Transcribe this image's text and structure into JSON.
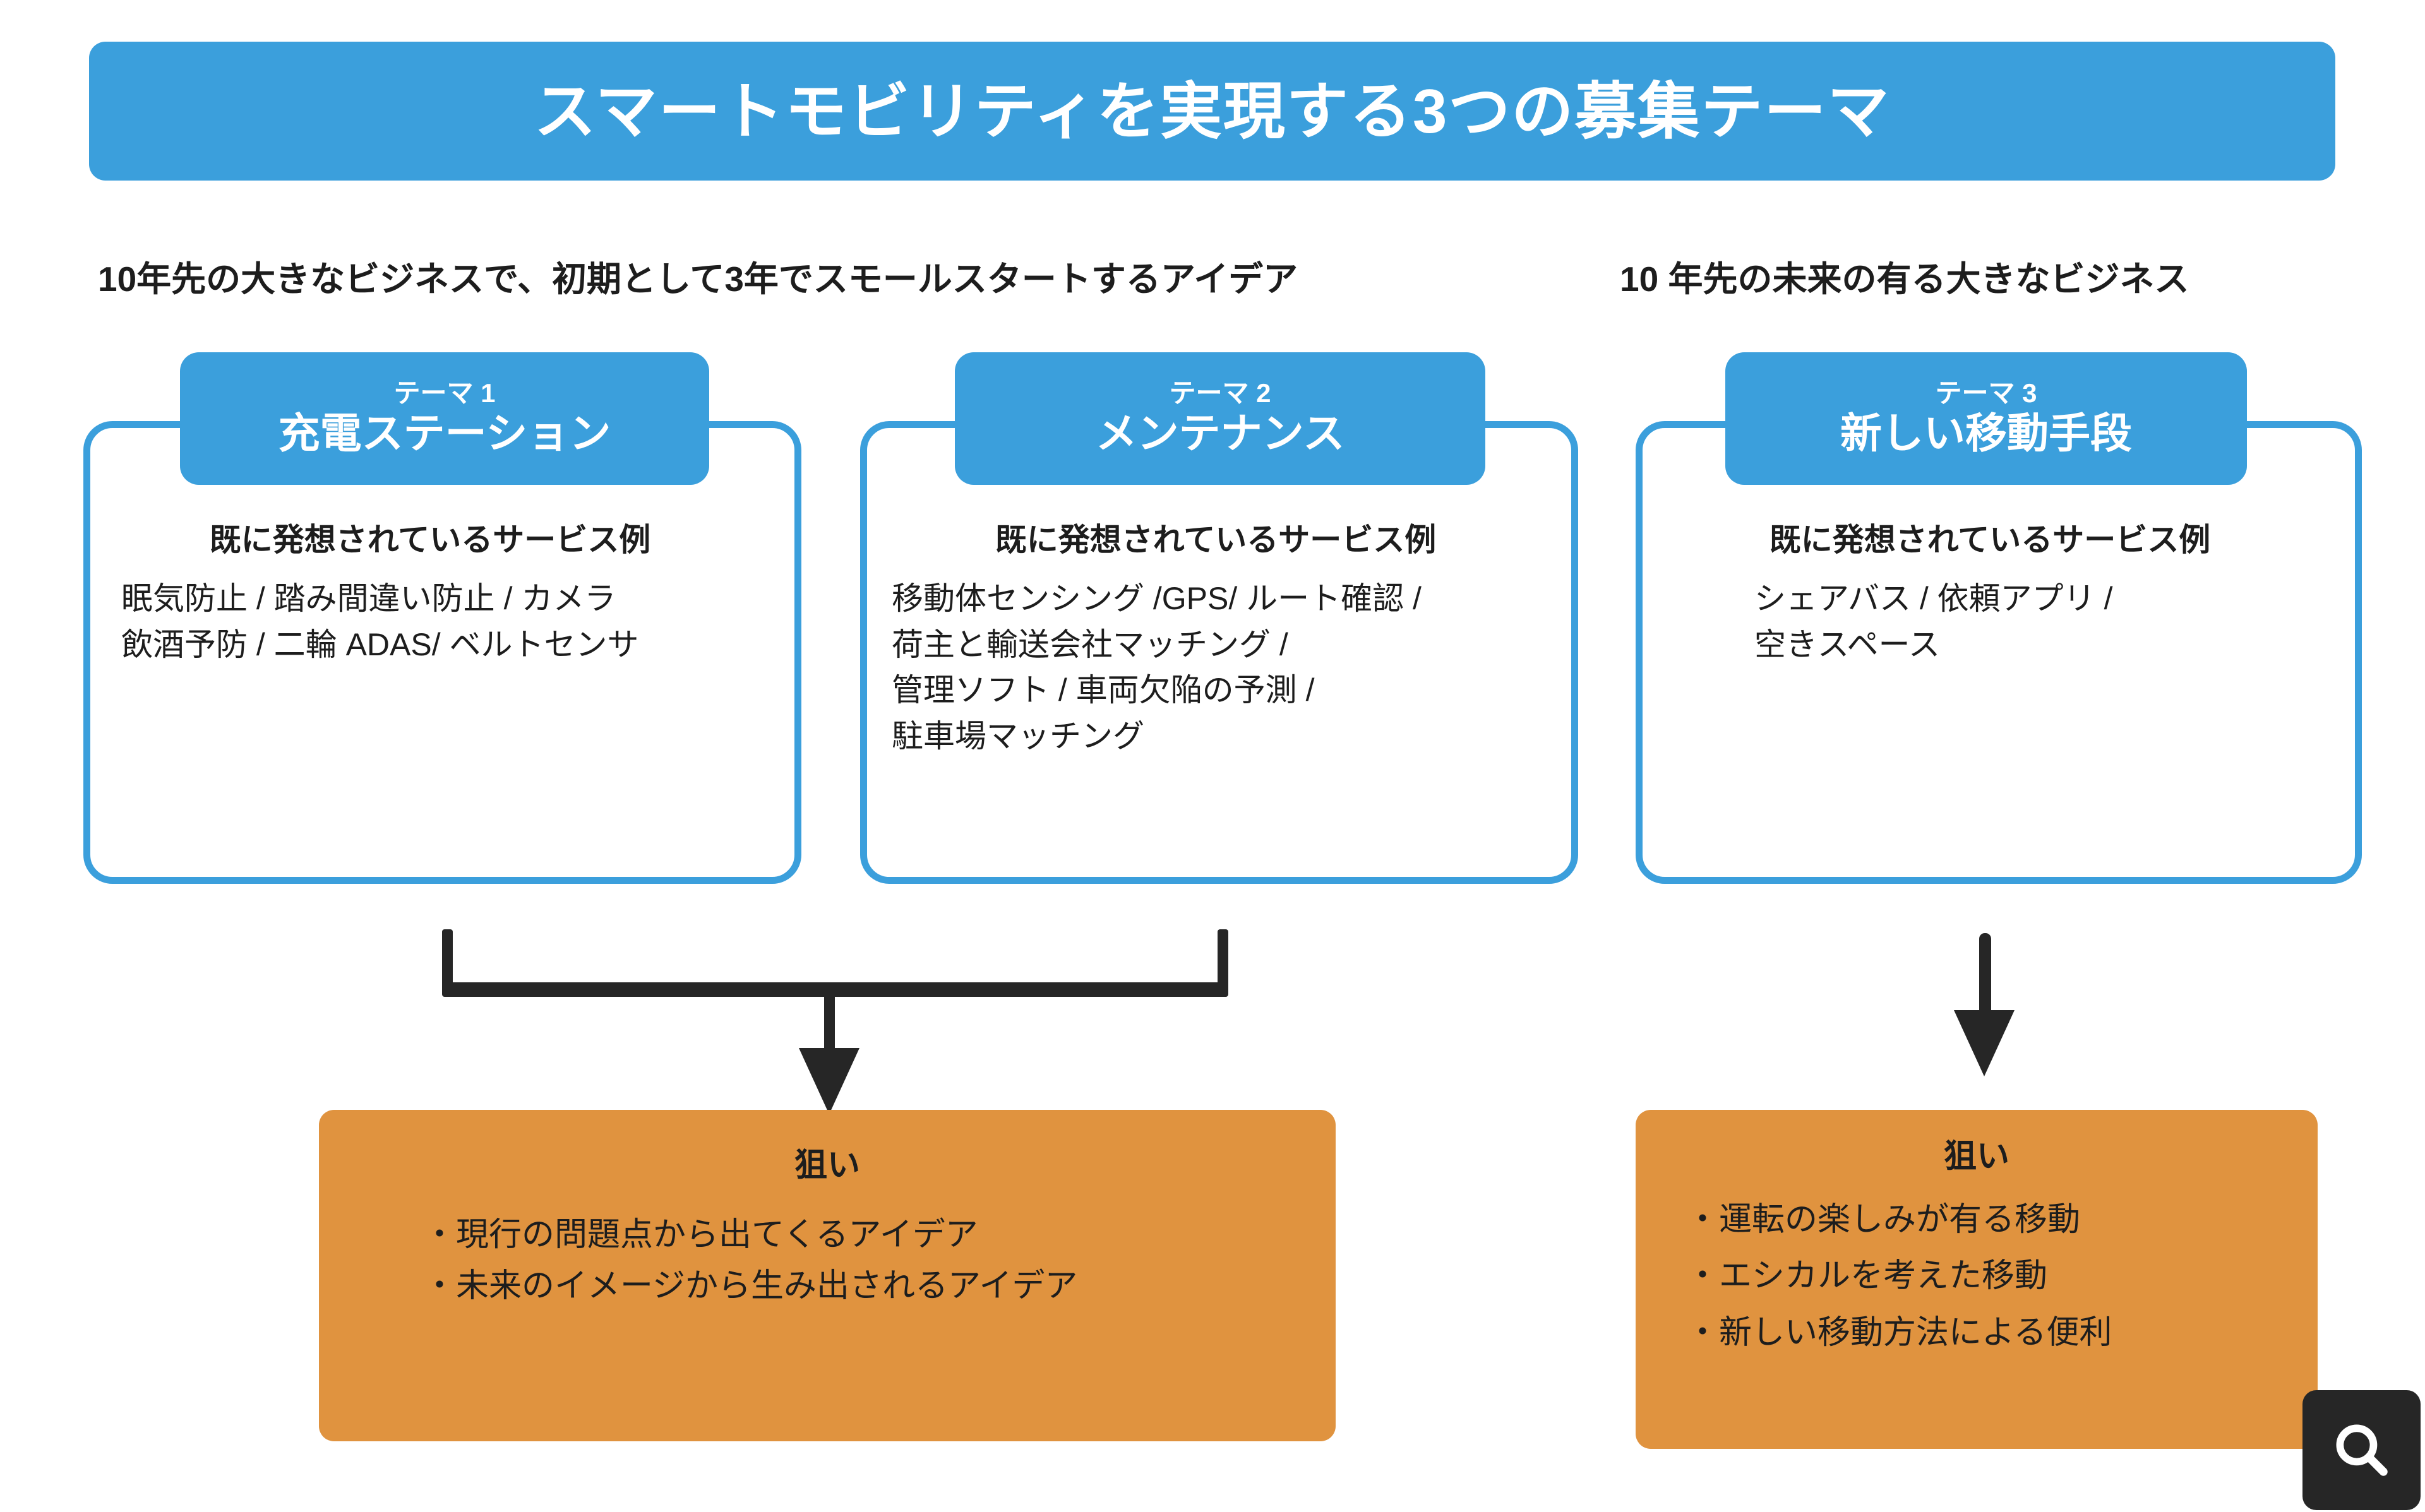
{
  "colors": {
    "blue": "#3b9fdc",
    "orange": "#e0933f",
    "dark": "#262626",
    "text": "#1d1d1d",
    "white": "#ffffff"
  },
  "header": {
    "title": "スマートモビリティを実現する3つの募集テーマ"
  },
  "subtitles": {
    "left": "10年先の大きなビジネスで、初期として3年でスモールスタートするアイデア",
    "right": "10 年先の未来の有る大きなビジネス"
  },
  "themes": [
    {
      "number_label": "テーマ 1",
      "name": "充電ステーション",
      "services_heading": "既に発想されているサービス例",
      "services": [
        "眠気防止 / 踏み間違い防止 / カメラ",
        "飲酒予防 / 二輪 ADAS/ ベルトセンサ"
      ]
    },
    {
      "number_label": "テーマ 2",
      "name": "メンテナンス",
      "services_heading": "既に発想されているサービス例",
      "services": [
        "移動体センシング /GPS/ ルート確認 /",
        "荷主と輸送会社マッチング /",
        "管理ソフト / 車両欠陥の予測 /",
        "駐車場マッチング"
      ]
    },
    {
      "number_label": "テーマ 3",
      "name": "新しい移動手段",
      "services_heading": "既に発想されているサービス例",
      "services": [
        "シェアバス / 依頼アプリ /",
        "空きスペース"
      ]
    }
  ],
  "goals": [
    {
      "title": "狙い",
      "items": [
        "・現行の問題点から出てくるアイデア",
        "・未来のイメージから生み出されるアイデア"
      ]
    },
    {
      "title": "狙い",
      "items": [
        "・運転の楽しみが有る移動",
        "・エシカルを考えた移動",
        "・新しい移動方法による便利"
      ]
    }
  ],
  "badge": {
    "icon": "search-icon"
  }
}
